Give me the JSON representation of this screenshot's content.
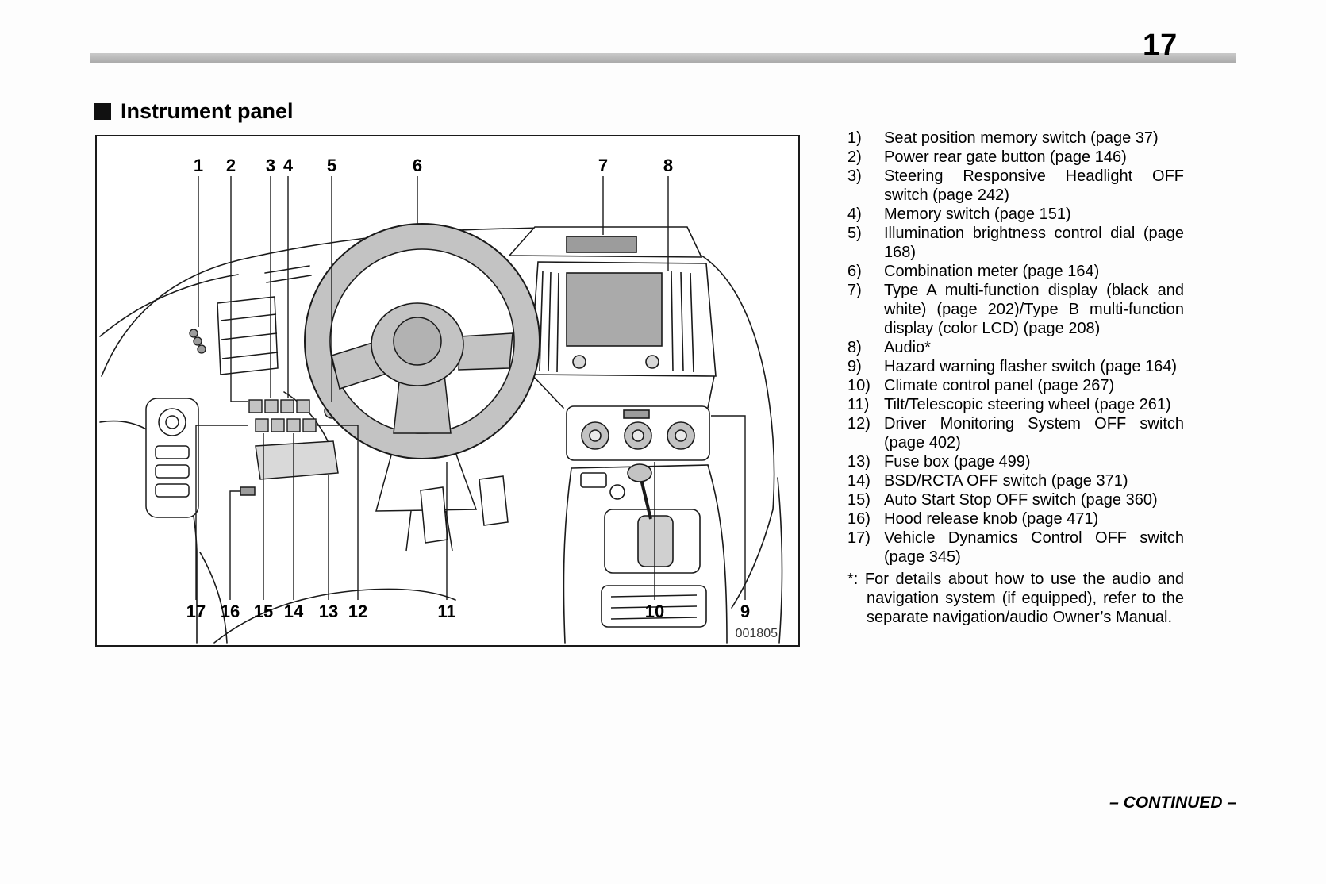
{
  "page": {
    "number": "17",
    "section_title": "Instrument panel",
    "figure_code": "001805",
    "continued_label": "– CONTINUED –"
  },
  "callouts": {
    "top": [
      "1",
      "2",
      "3",
      "4",
      "5",
      "6",
      "7",
      "8"
    ],
    "bottom": [
      "17",
      "16",
      "15",
      "14",
      "13",
      "12",
      "11",
      "10",
      "9"
    ]
  },
  "legend": {
    "items": [
      {
        "num": "1)",
        "text": "Seat position memory switch (page 37)"
      },
      {
        "num": "2)",
        "text": "Power rear gate button (page 146)"
      },
      {
        "num": "3)",
        "text": "Steering Responsive Headlight OFF switch (page 242)"
      },
      {
        "num": "4)",
        "text": "Memory switch (page 151)"
      },
      {
        "num": "5)",
        "text": "Illumination brightness control dial (page 168)"
      },
      {
        "num": "6)",
        "text": "Combination meter (page 164)"
      },
      {
        "num": "7)",
        "text": "Type A multi-function display (black and white) (page 202)/Type B multi-function display (color LCD) (page 208)"
      },
      {
        "num": "8)",
        "text": "Audio*"
      },
      {
        "num": "9)",
        "text": "Hazard warning flasher switch (page 164)"
      },
      {
        "num": "10)",
        "text": "Climate control panel (page 267)"
      },
      {
        "num": "11)",
        "text": "Tilt/Telescopic steering wheel (page 261)"
      },
      {
        "num": "12)",
        "text": "Driver Monitoring System OFF switch (page 402)"
      },
      {
        "num": "13)",
        "text": "Fuse box (page 499)"
      },
      {
        "num": "14)",
        "text": "BSD/RCTA OFF switch (page 371)"
      },
      {
        "num": "15)",
        "text": "Auto Start Stop OFF switch (page 360)"
      },
      {
        "num": "16)",
        "text": "Hood release knob (page 471)"
      },
      {
        "num": "17)",
        "text": "Vehicle Dynamics Control OFF switch (page 345)"
      }
    ],
    "footnote": "*: For details about how to use the audio and navigation system (if equipped), refer to the separate navigation/audio Owner’s Manual."
  },
  "colors": {
    "line": "#1a1a1a",
    "panel_gray": "#c3c3c3",
    "screen_gray": "#aaaaaa",
    "rule_gray": "#b4b4b4"
  }
}
